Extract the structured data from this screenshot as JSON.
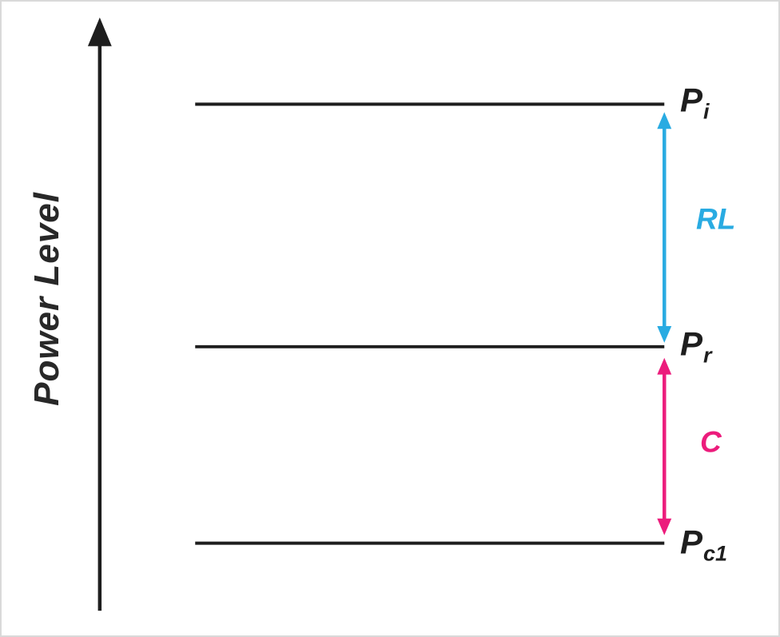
{
  "diagram": {
    "axis_label": "Power Level",
    "line_color": "#1e1e1e",
    "levels": [
      {
        "main": "P",
        "sub": "i"
      },
      {
        "main": "P",
        "sub": "r"
      },
      {
        "main": "P",
        "sub": "c1"
      }
    ],
    "arrows": [
      {
        "label": "RL",
        "color": "#29abe2"
      },
      {
        "label": "C",
        "color": "#ec1c7c"
      }
    ]
  }
}
